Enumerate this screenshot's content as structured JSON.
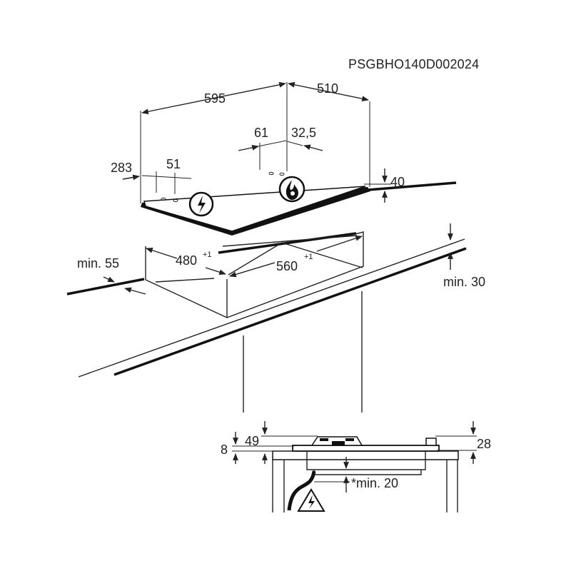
{
  "doc_code": "PSGBHO140D002024",
  "dims": {
    "width": "595",
    "depth": "510",
    "d61": "61",
    "d32_5": "32,5",
    "d283": "283",
    "d51": "51",
    "d40": "40",
    "cut_480": "480",
    "cut_480_tol": "+1",
    "cut_560": "560",
    "cut_560_tol": "+1",
    "min55": "min. 55",
    "min30": "min. 30",
    "d8": "8",
    "d49": "49",
    "d28": "28",
    "min20": "*min. 20"
  },
  "icons": {
    "electric": "electric-hazard-icon",
    "gas": "gas-flame-icon"
  }
}
